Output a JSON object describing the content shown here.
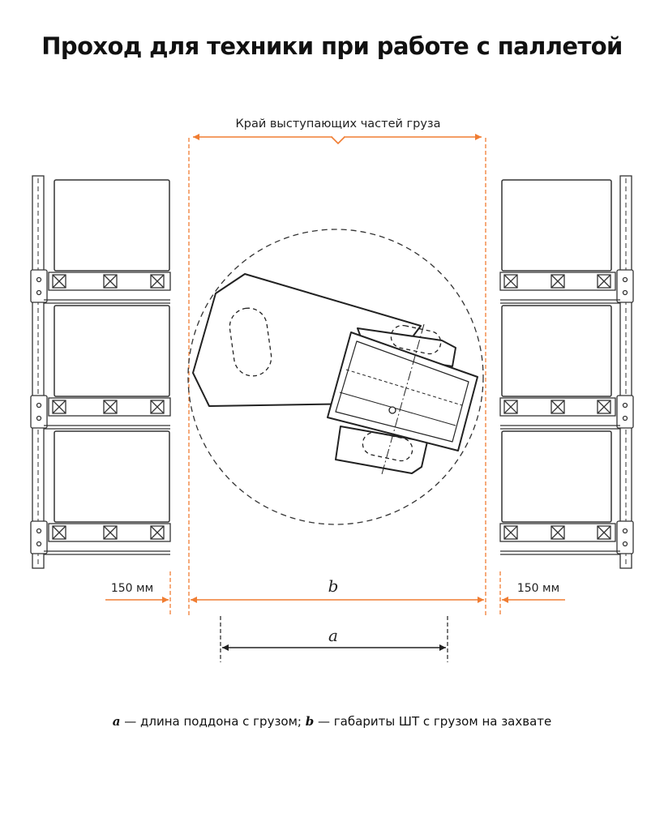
{
  "title": "Проход для  техники при работе с паллетой",
  "labels": {
    "load_edge": "Край выступающих частей груза",
    "clearance_left": "150 мм",
    "clearance_right": "150 мм",
    "dim_b": "b",
    "dim_a": "a"
  },
  "legend": {
    "a_symbol": "a",
    "a_text": " — длина поддона с грузом; ",
    "b_symbol": "b",
    "b_text": " — габариты ШТ с грузом на захвате"
  },
  "colors": {
    "accent": "#f07d32",
    "line": "#222222"
  },
  "racks": {
    "left_tiers": 3,
    "right_tiers": 3
  }
}
